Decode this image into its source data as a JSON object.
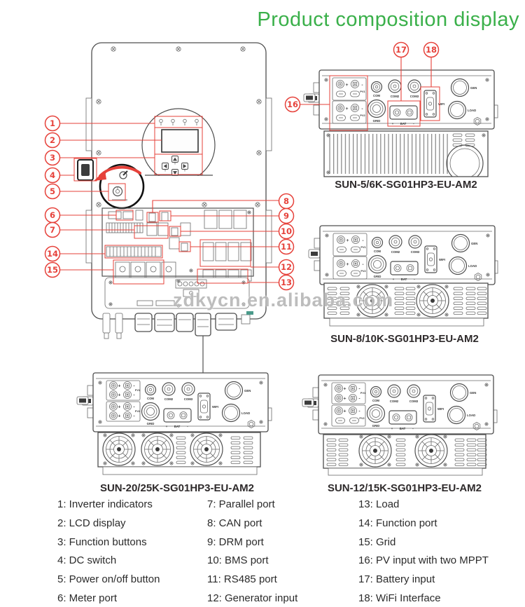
{
  "title": {
    "text": "Product composition display",
    "color": "#3ab04a"
  },
  "watermark": {
    "text": "zdkycn.en.alibaba.com"
  },
  "colors": {
    "callout_red": "#e6413a",
    "line": "#4f4f4f",
    "accent_green": "#3ab04a"
  },
  "callouts": {
    "c1": "1",
    "c2": "2",
    "c3": "3",
    "c4": "4",
    "c5": "5",
    "c6": "6",
    "c7": "7",
    "c8": "8",
    "c9": "9",
    "c10": "10",
    "c11": "11",
    "c12": "12",
    "c13": "13",
    "c14": "14",
    "c15": "15",
    "c16": "16",
    "c17": "17",
    "c18": "18"
  },
  "models": {
    "sun56": "SUN-5/6K-SG01HP3-EU-AM2",
    "sun810": "SUN-8/10K-SG01HP3-EU-AM2",
    "sun2025": "SUN-20/25K-SG01HP3-EU-AM2",
    "sun1215": "SUN-12/15K-SG01HP3-EU-AM2"
  },
  "ports": {
    "pv1": "PV1",
    "pv2": "PV2",
    "com": "COM",
    "com2": "COM2",
    "com3": "COM3",
    "grid": "GRID",
    "bat": "BAT",
    "plus": "+",
    "minus": "-",
    "wifi": "WIFI",
    "gen": "GEN",
    "load": "LOAD"
  },
  "legend": {
    "col1": [
      "1: Inverter indicators",
      "2: LCD display",
      "3: Function buttons",
      "4: DC switch",
      "5: Power on/off button",
      "6: Meter port"
    ],
    "col2": [
      "7: Parallel port",
      "8: CAN port",
      "9: DRM port",
      "10: BMS port",
      "11: RS485 port",
      "12: Generator input"
    ],
    "col3": [
      "13: Load",
      "14: Function port",
      "15: Grid",
      "16: PV input with two MPPT",
      "17: Battery input",
      "18: WiFi Interface"
    ]
  }
}
